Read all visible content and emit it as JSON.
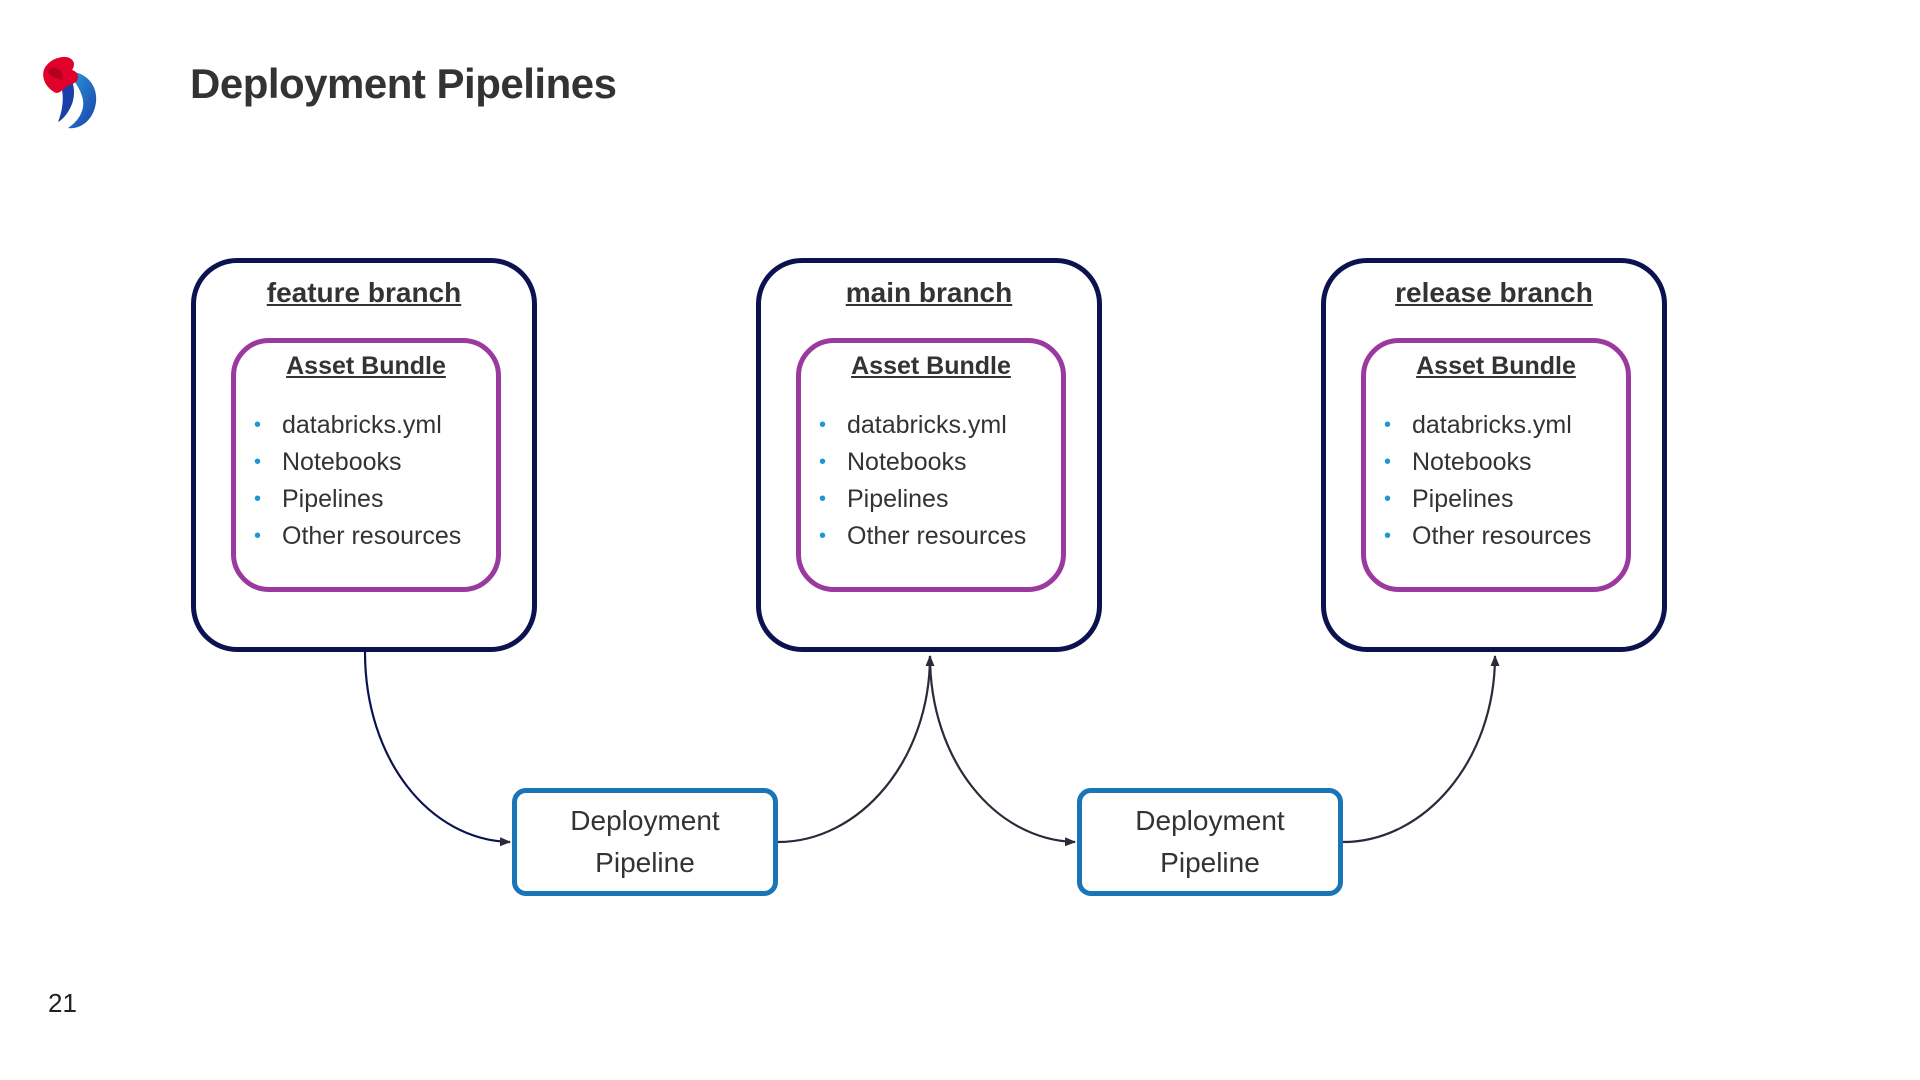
{
  "header": {
    "title": "Deployment Pipelines"
  },
  "logo": {
    "icon": "swisscom-logo-icon",
    "colors": [
      "#e1002a",
      "#1b3ea8",
      "#2aa0e0"
    ]
  },
  "branches": [
    {
      "title": "feature branch",
      "bundle": {
        "title": "Asset Bundle",
        "items": [
          "databricks.yml",
          "Notebooks",
          "Pipelines",
          "Other resources"
        ]
      }
    },
    {
      "title": "main branch",
      "bundle": {
        "title": "Asset Bundle",
        "items": [
          "databricks.yml",
          "Notebooks",
          "Pipelines",
          "Other resources"
        ]
      }
    },
    {
      "title": "release branch",
      "bundle": {
        "title": "Asset Bundle",
        "items": [
          "databricks.yml",
          "Notebooks",
          "Pipelines",
          "Other resources"
        ]
      }
    }
  ],
  "pipelines": [
    {
      "line1": "Deployment",
      "line2": "Pipeline"
    },
    {
      "line1": "Deployment",
      "line2": "Pipeline"
    }
  ],
  "colors": {
    "branch_border": "#0c1250",
    "bundle_border": "#9a3a9e",
    "pipeline_border": "#1a74b8",
    "bullet": "#1e96d6",
    "connector": "#2a2a3a"
  },
  "footer": {
    "page_number": "21"
  }
}
